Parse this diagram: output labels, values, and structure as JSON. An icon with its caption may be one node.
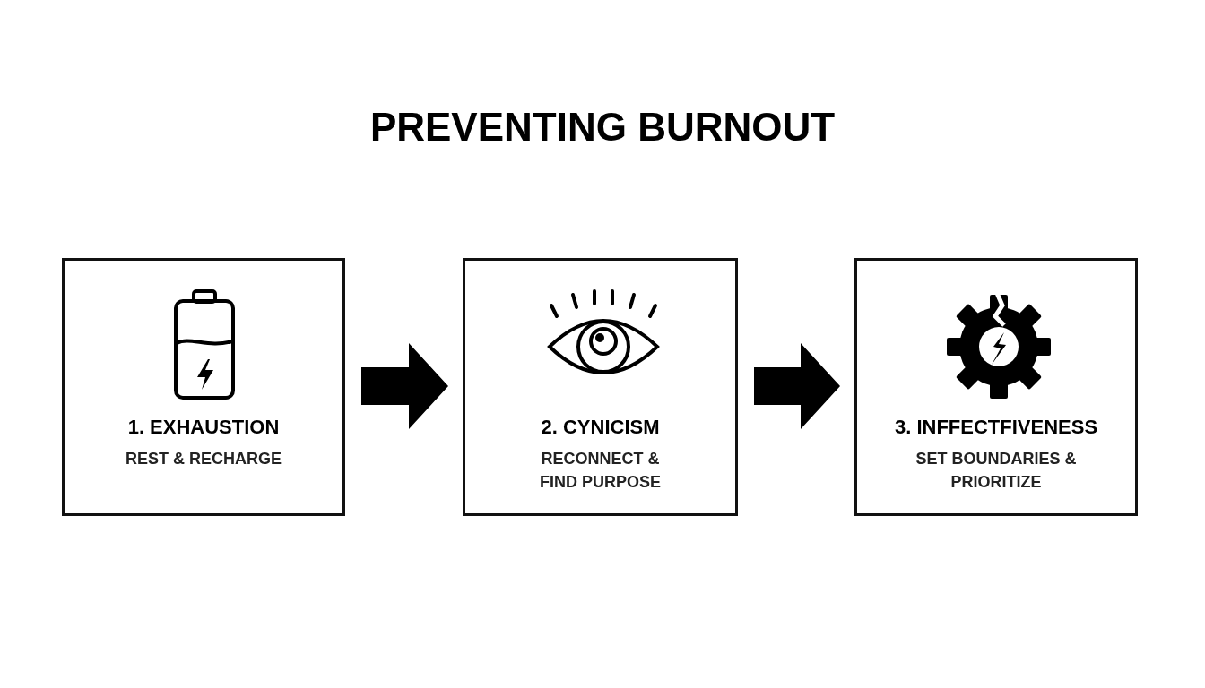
{
  "diagram": {
    "title": "PREVENTING BURNOUT",
    "nodes": [
      {
        "text": [
          "1. EXHAUSTION",
          "REST & RECHARGE"
        ]
      },
      {
        "text": [
          "2. CYNICISM",
          "RECONNECT & FIND PURPOSE"
        ]
      },
      {
        "text": [
          "3. INFFECTFIVENESS",
          "SET BOUNDARIES & PRIORITIZE"
        ]
      }
    ],
    "edges": [
      {
        "from": 0,
        "to": 1,
        "arrow": "to"
      },
      {
        "from": 1,
        "to": 2,
        "arrow": "to"
      }
    ]
  }
}
